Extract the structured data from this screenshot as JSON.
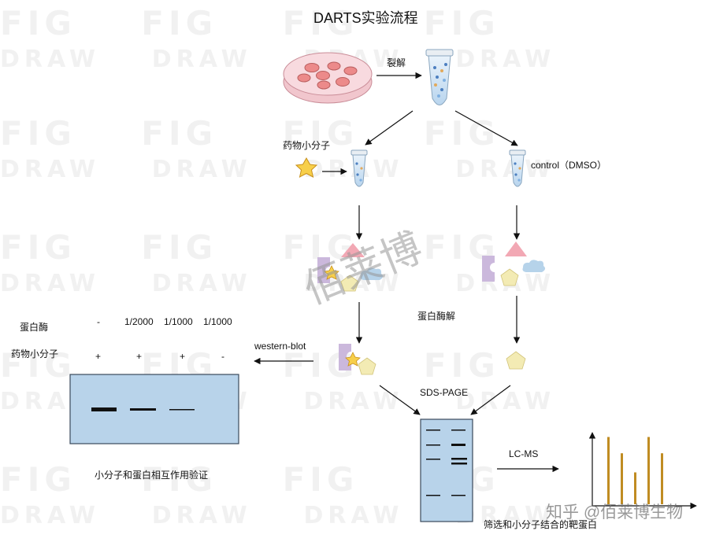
{
  "title": "DARTS实验流程",
  "labels": {
    "lysis": "裂解",
    "drug_small_molecule": "药物小分子",
    "control": "control（DMSO）",
    "protease_digestion": "蛋白酶解",
    "western_blot": "western-blot",
    "sds_page": "SDS-PAGE",
    "lc_ms": "LC-MS",
    "validation_caption": "小分子和蛋白相互作用验证",
    "screening_caption": "筛选和小分子结合的靶蛋白"
  },
  "wb_table": {
    "row_headers": [
      "蛋白酶",
      "药物小分子"
    ],
    "columns": [
      {
        "protease": "-",
        "drug": "+"
      },
      {
        "protease": "1/2000",
        "drug": "+"
      },
      {
        "protease": "1/1000",
        "drug": "+"
      },
      {
        "protease": "1/1000",
        "drug": "-"
      }
    ]
  },
  "watermarks": {
    "center": "佰莱博",
    "bottom_right": "知乎 @佰莱博生物",
    "tile_line1": "FIG",
    "tile_line2": "DRAW"
  },
  "colors": {
    "gel_fill": "#b8d3ea",
    "gel_stroke": "#3b4a5c",
    "triangle": "#f2a8b4",
    "pentagon": "#f3ebb4",
    "purple_block": "#cbb8dc",
    "cloud": "#b6d3ea",
    "star": "#f7cf4a",
    "ms_bar": "#c08c22",
    "dish": "#f6d0d6"
  },
  "ms_peaks": [
    0.95,
    0.72,
    0.45,
    0.95,
    0.72
  ]
}
